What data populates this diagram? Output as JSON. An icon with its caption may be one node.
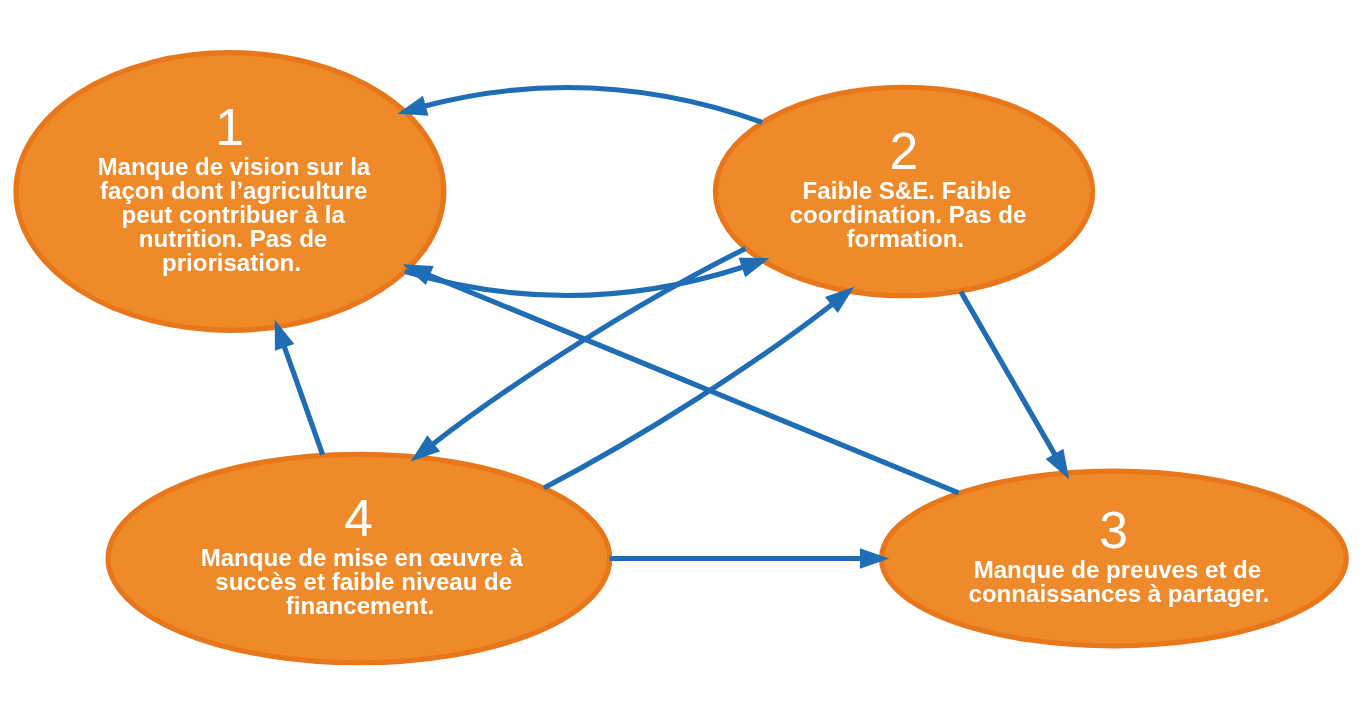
{
  "diagram": {
    "nodes": [
      {
        "text": [
          "1",
          "Manque de vision sur la façon dont l’agriculture peut contribuer à la nutrition. Pas de priorisation."
        ]
      },
      {
        "text": [
          "2",
          "Faible S&E. Faible coordination. Pas de formation."
        ]
      },
      {
        "text": [
          "3",
          "Manque de preuves et de connaissances à partager."
        ]
      },
      {
        "text": [
          "4",
          "Manque de mise en œuvre à succès et faible niveau de financement."
        ]
      }
    ],
    "edges": [
      {
        "from": 0,
        "to": 1,
        "arrow": "to"
      },
      {
        "from": 1,
        "to": 0,
        "arrow": "to"
      },
      {
        "from": 1,
        "to": 3,
        "arrow": "to"
      },
      {
        "from": 3,
        "to": 1,
        "arrow": "to"
      },
      {
        "from": 1,
        "to": 2,
        "arrow": "to"
      },
      {
        "from": 3,
        "to": 0,
        "arrow": "to"
      },
      {
        "from": 3,
        "to": 2,
        "arrow": "to"
      },
      {
        "from": 2,
        "to": 0,
        "arrow": "to"
      }
    ]
  }
}
